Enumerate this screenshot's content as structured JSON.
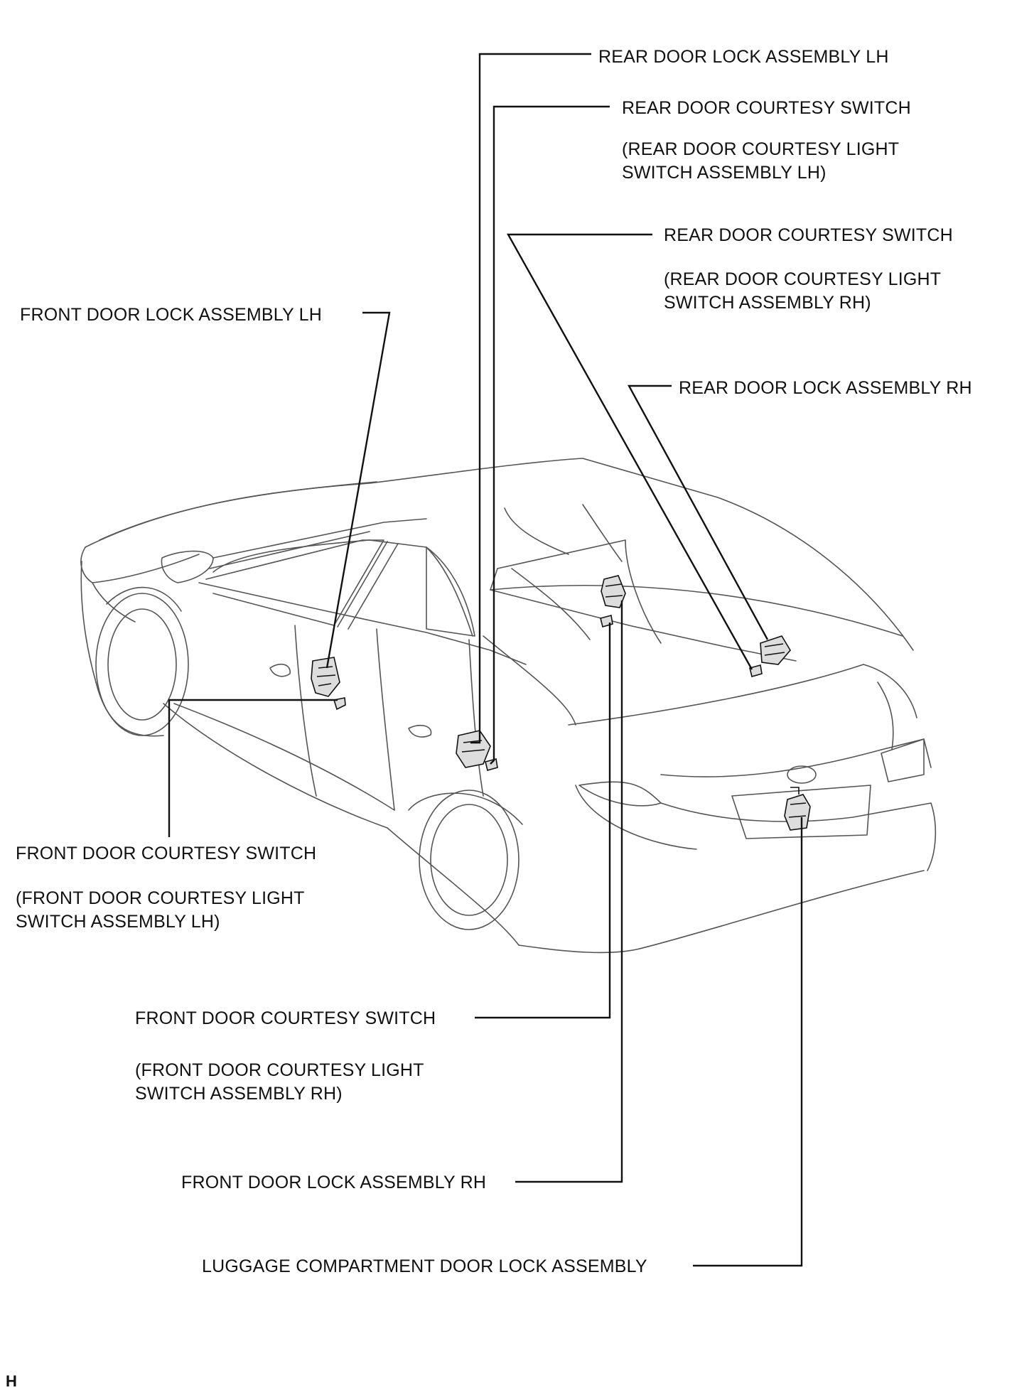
{
  "labels": {
    "rear_door_lock_lh": "REAR DOOR LOCK  ASSEMBLY LH",
    "rear_courtesy_lh_1": "REAR DOOR COURTESY SWITCH",
    "rear_courtesy_lh_2": "(REAR DOOR COURTESY LIGHT",
    "rear_courtesy_lh_3": "SWITCH ASSEMBLY LH)",
    "rear_courtesy_rh_1": "REAR DOOR COURTESY SWITCH",
    "rear_courtesy_rh_2": "(REAR DOOR COURTESY LIGHT",
    "rear_courtesy_rh_3": "SWITCH ASSEMBLY RH)",
    "front_door_lock_lh": "FRONT DOOR LOCK  ASSEMBLY LH",
    "rear_door_lock_rh": "REAR DOOR LOCK ASSEMBLY RH",
    "front_courtesy_lh_1": "FRONT DOOR COURTESY SWITCH",
    "front_courtesy_lh_2": "(FRONT DOOR COURTESY LIGHT",
    "front_courtesy_lh_3": "SWITCH ASSEMBLY LH)",
    "front_courtesy_rh_1": "FRONT DOOR COURTESY SWITCH",
    "front_courtesy_rh_2": "(FRONT DOOR COURTESY LIGHT",
    "front_courtesy_rh_3": "SWITCH ASSEMBLY RH)",
    "front_door_lock_rh": "FRONT DOOR LOCK ASSEMBLY RH",
    "luggage_lock": "LUGGAGE COMPARTMENT DOOR LOCK  ASSEMBLY"
  },
  "figure_ref": "H",
  "colors": {
    "line": "#111111",
    "car_outline": "#555555",
    "background": "#ffffff"
  }
}
